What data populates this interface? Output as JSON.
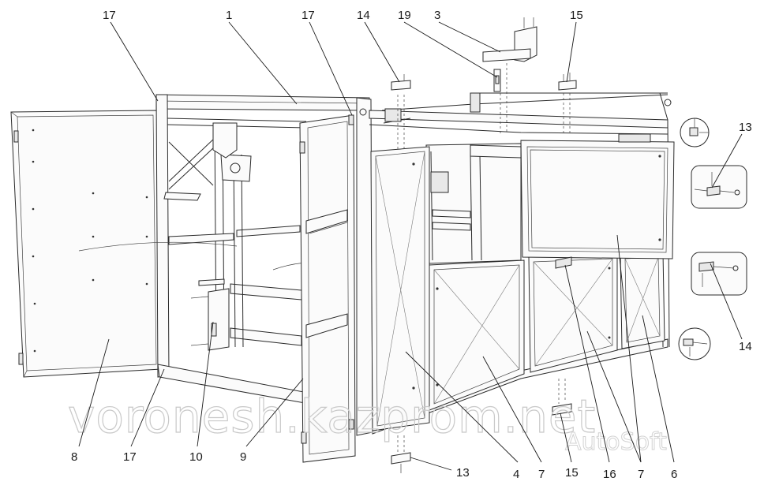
{
  "labels": {
    "l17a": "17",
    "l1": "1",
    "l17b": "17",
    "l14a": "14",
    "l19": "19",
    "l3": "3",
    "l15a": "15",
    "l13a": "13",
    "l14b": "14",
    "l8": "8",
    "l17c": "17",
    "l10": "10",
    "l9": "9",
    "l13b": "13",
    "l4": "4",
    "l7a": "7",
    "l15b": "15",
    "l16": "16",
    "l7b": "7",
    "l6": "6"
  },
  "watermark": {
    "main": "voronesh.kazprom.net",
    "sub": "AutoSoft"
  }
}
